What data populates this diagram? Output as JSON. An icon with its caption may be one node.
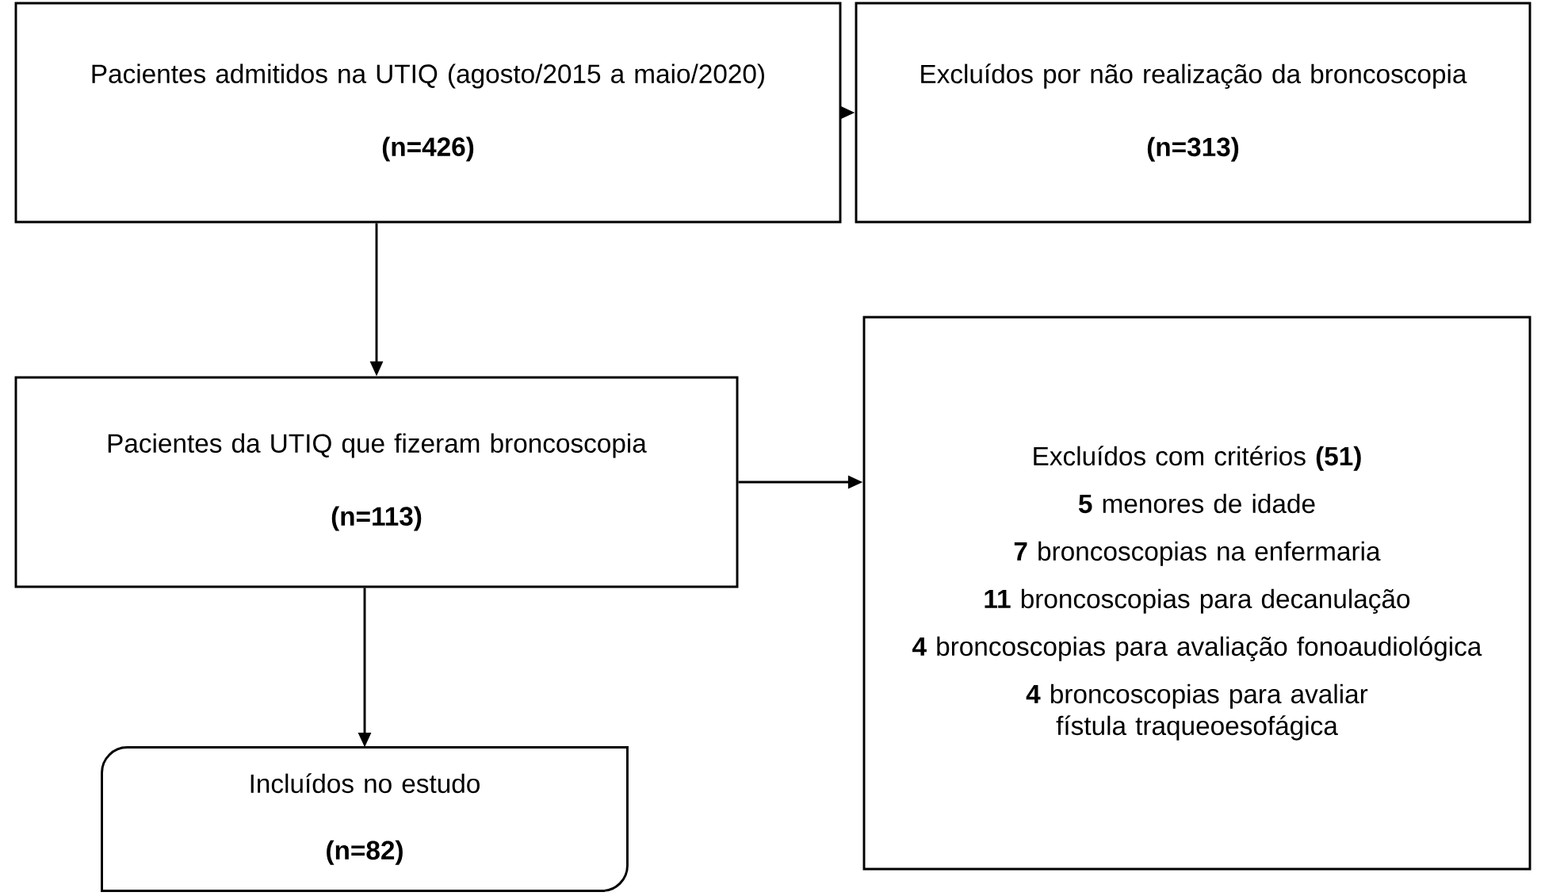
{
  "diagram": {
    "nodes": [
      {
        "text": [
          "Pacientes admitidos na UTIQ (agosto/2015 a maio/2020)",
          "(n=426)"
        ]
      },
      {
        "text": [
          "Excluídos por não realização da broncoscopia",
          "(n=313)"
        ]
      },
      {
        "text": [
          "Pacientes da UTIQ que fizeram broncoscopia",
          "(n=113)"
        ]
      },
      {
        "text": [
          "Excluídos com critérios **(51)**",
          "**5** menores de idade",
          "**7** broncoscopias na enfermaria",
          "**11** broncoscopias para decanulação",
          "**4** broncoscopias para avaliação fonoaudiológica",
          "**4** broncoscopias para avaliar fístula traqueoesofágica"
        ]
      },
      {
        "text": [
          "Incluídos no estudo",
          "(n=82)"
        ]
      }
    ],
    "edges": [
      {
        "from": 0,
        "to": 1,
        "arrow": "to"
      },
      {
        "from": 0,
        "to": 2,
        "arrow": "to"
      },
      {
        "from": 2,
        "to": 3,
        "arrow": "to"
      },
      {
        "from": 2,
        "to": 4,
        "arrow": "to"
      }
    ]
  }
}
